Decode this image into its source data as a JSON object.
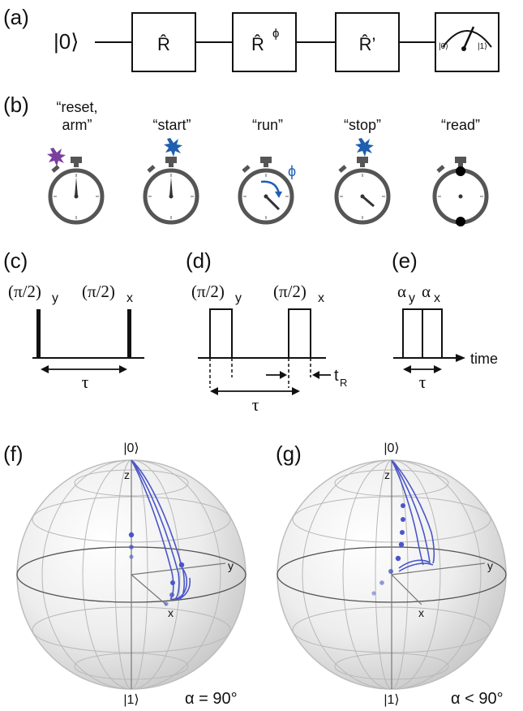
{
  "panel_labels": {
    "a": "(a)",
    "b": "(b)",
    "c": "(c)",
    "d": "(d)",
    "e": "(e)",
    "f": "(f)",
    "g": "(g)"
  },
  "circuit": {
    "input_state": "|0⟩",
    "gates": [
      "R̂",
      "R̂",
      "R̂’"
    ],
    "gate2_superscript": "ϕ",
    "meter_labels": [
      "|0⟩",
      "|1⟩"
    ]
  },
  "stopwatch_steps": [
    {
      "line1": "“reset,",
      "line2": "arm”",
      "flash_color": "#7b3fa0"
    },
    {
      "line1": "“start”",
      "line2": "",
      "flash_color": "#1f5fb0"
    },
    {
      "line1": "“run”",
      "line2": "",
      "phase_symbol": "ϕ"
    },
    {
      "line1": "“stop”",
      "line2": "",
      "flash_color": "#1f5fb0"
    },
    {
      "line1": "“read”",
      "line2": ""
    }
  ],
  "pulse_c": {
    "left": "(π/2)",
    "left_sub": "y",
    "right": "(π/2)",
    "right_sub": "x",
    "interval": "τ"
  },
  "pulse_d": {
    "left": "(π/2)",
    "left_sub": "y",
    "right": "(π/2)",
    "right_sub": "x",
    "interval": "τ",
    "rise_time": "t",
    "rise_sub": "R"
  },
  "pulse_e": {
    "first": "α",
    "first_sub": "y",
    "second": "α",
    "second_sub": "x",
    "interval": "τ",
    "axis_label": "time"
  },
  "bloch_f": {
    "top_state": "|0⟩",
    "bottom_state": "|1⟩",
    "axis_z": "z",
    "axis_x": "x",
    "axis_y": "y",
    "caption": "α = 90°"
  },
  "bloch_g": {
    "top_state": "|0⟩",
    "bottom_state": "|1⟩",
    "axis_z": "z",
    "axis_x": "x",
    "axis_y": "y",
    "caption": "α < 90°"
  },
  "colors": {
    "trajectory": "#4a56c8",
    "accent_blue": "#1f5fb0",
    "accent_purple": "#7b3fa0",
    "stopwatch": "#555555"
  }
}
